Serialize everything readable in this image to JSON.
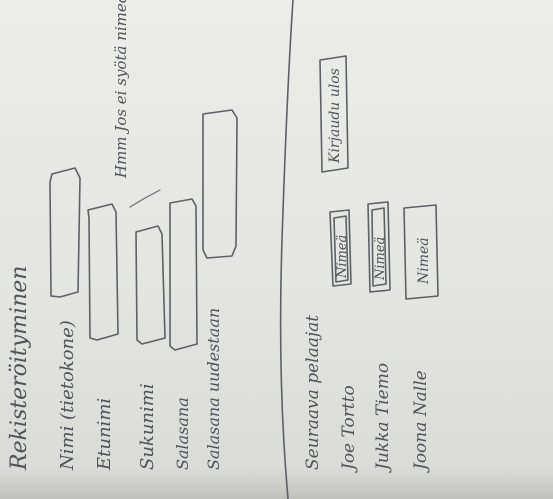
{
  "page": {
    "heading": "Rekisteröityminen",
    "fields": [
      {
        "label": "Nimi (tietokone)"
      },
      {
        "label": "Etunimi"
      },
      {
        "label": "Sukunimi"
      },
      {
        "label": "Salasana"
      },
      {
        "label": "Salasana uudestaan"
      }
    ],
    "side_note": "Hmm Jos ei syötä nimeä, virhe!",
    "friends_title": "Seuraava pelaajat",
    "friends": [
      {
        "name": "Joe Tortto",
        "button": "Nimeä"
      },
      {
        "name": "Jukka Tiemo",
        "button": "Nimeä"
      },
      {
        "name": "Joona Nalle",
        "button": "Nimeä"
      }
    ],
    "right_button": "Kirjaudu ulos"
  },
  "colors": {
    "paper": "#e8e9e5",
    "ink": "#5d6166"
  }
}
